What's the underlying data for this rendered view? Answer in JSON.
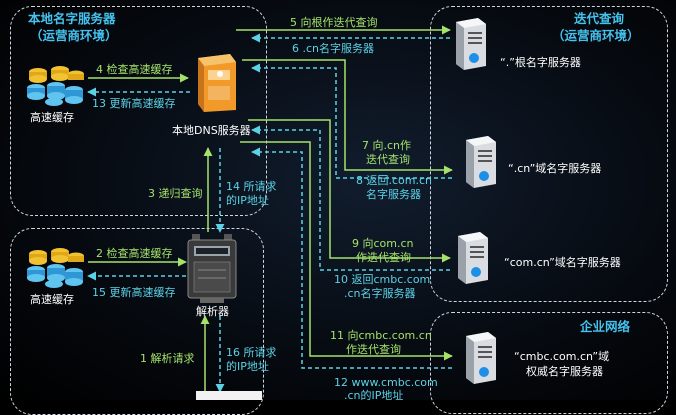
{
  "regions": {
    "local_dns_title": "本地名字服务器",
    "local_dns_sub": "（运营商环境）",
    "iterative_title": "迭代查询",
    "iterative_sub": "（运营商环境）",
    "enterprise_title": "企业网络"
  },
  "nodes": {
    "cache_top": "高速缓存",
    "local_dns": "本地DNS服务器",
    "cache_bottom": "高速缓存",
    "resolver": "解析器",
    "root_server": "“.”根名字服务器",
    "cn_server": "“.cn”域名字服务器",
    "comcn_server": "“com.cn”域名字服务器",
    "cmbc_server_1": "“cmbc.com.cn”域",
    "cmbc_server_2": "权威名字服务器"
  },
  "steps": {
    "s1": "1 解析请求",
    "s2": "2 检查高速缓存",
    "s3": "3 递归查询",
    "s4": "4 检查高速缓存",
    "s5": "5 向根作迭代查询",
    "s6": "6 .cn名字服务器",
    "s7a": "7 向.cn作",
    "s7b": "迭代查询",
    "s8a": "8 返回.com.cn",
    "s8b": "名字服务器",
    "s9a": "9 向com.cn",
    "s9b": "作迭代查询",
    "s10a": "10 返回cmbc.com",
    "s10b": ".cn名字服务器",
    "s11a": "11 向cmbc.com.cn",
    "s11b": "作迭代查询",
    "s12a": "12 www.cmbc.com",
    "s12b": ".cn的IP地址",
    "s13": "13 更新高速缓存",
    "s14a": "14 所请求",
    "s14b": "的IP地址",
    "s15": "15 更新高速缓存",
    "s16a": "16 所请求",
    "s16b": "的IP地址"
  },
  "colors": {
    "arrow_green": "#a5e26b",
    "arrow_cyan": "#5cd2e6",
    "title_blue": "#45c2ee"
  }
}
